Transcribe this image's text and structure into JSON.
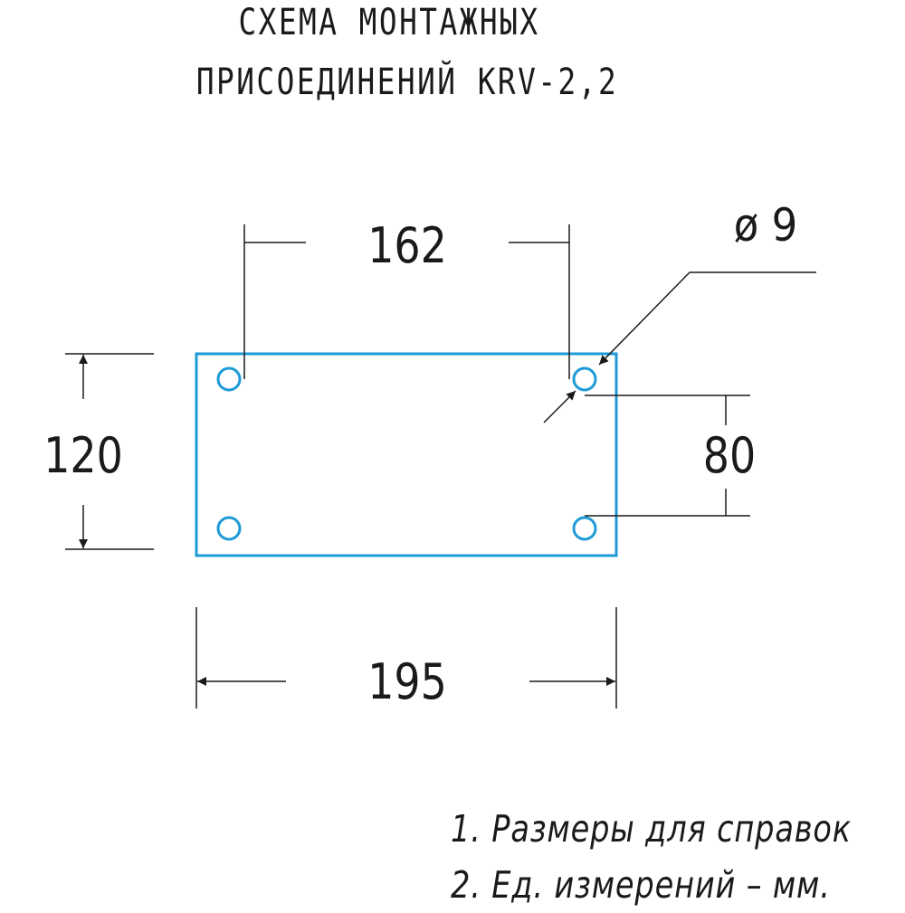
{
  "title": {
    "line1": "СХЕМА МОНТАЖНЫХ",
    "line2": "ПРИСОЕДИНЕНИЙ KRV-2,2"
  },
  "dimensions": {
    "hole_spacing_horizontal": "162",
    "hole_diameter": "ø 9",
    "overall_height": "120",
    "hole_spacing_vertical": "80",
    "overall_width": "195"
  },
  "notes": [
    "1. Размеры для справок",
    "2. Ед. измерений – мм."
  ],
  "colors": {
    "outline": "#1e9ad6",
    "line": "#1a1a1a",
    "text": "#1a1a1a"
  }
}
